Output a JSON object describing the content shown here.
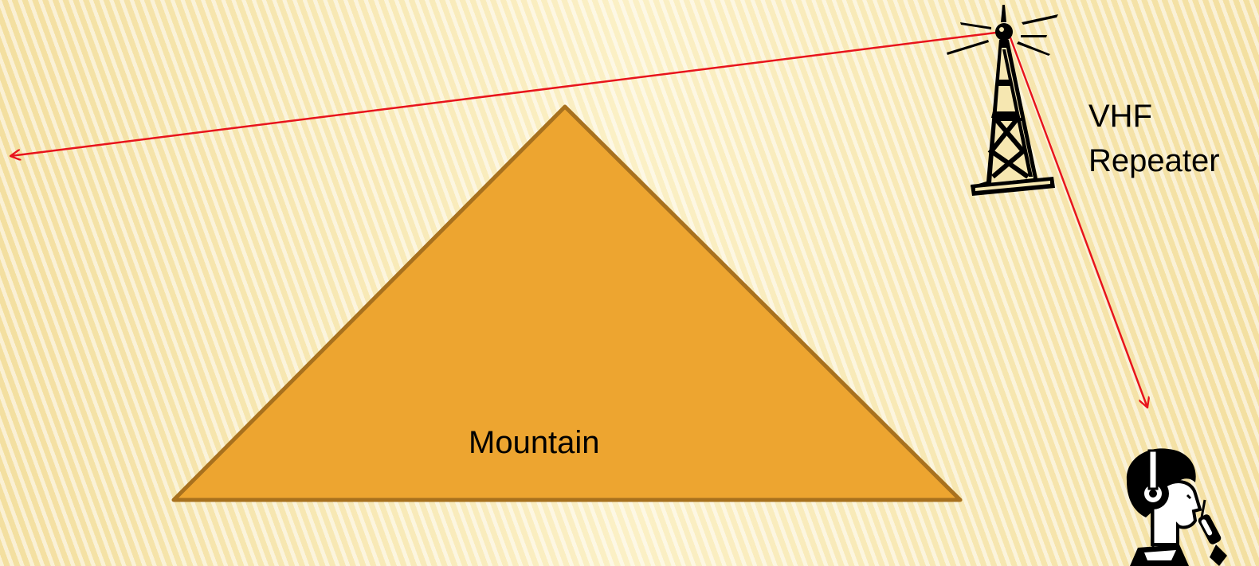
{
  "diagram": {
    "mountain_label": "Mountain",
    "repeater_label_line1": "VHF",
    "repeater_label_line2": "Repeater",
    "colors": {
      "mountain_fill": "#eda530",
      "mountain_stroke": "#a8711e",
      "signal": "#e8141c",
      "icon": "#000000"
    },
    "icons": [
      "radio-tower-icon",
      "operator-headset-icon",
      "microphone-icon"
    ]
  }
}
